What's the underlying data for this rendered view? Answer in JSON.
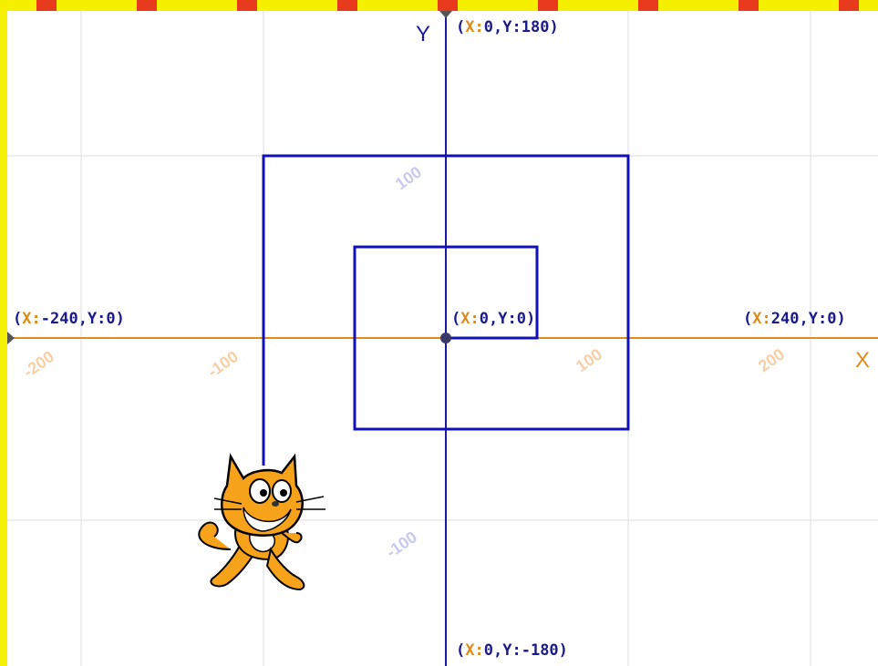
{
  "stage": {
    "x_range": [
      -240,
      240
    ],
    "y_range": [
      -180,
      180
    ],
    "grid_step": 100,
    "colors": {
      "x_axis": "#e08a1a",
      "y_axis": "#1a1aa0",
      "path": "#1010b8",
      "grid": "#dddddd",
      "frame": "#f5f000"
    }
  },
  "axes": {
    "x_name": "X",
    "y_name": "Y",
    "x_ticks": [
      "-200",
      "-100",
      "100",
      "200"
    ],
    "y_ticks": [
      "100",
      "-100"
    ]
  },
  "labels": {
    "top": {
      "k1": "X:",
      "v1": "0",
      "k2": "Y:",
      "v2": "180"
    },
    "bottom": {
      "k1": "X:",
      "v1": "0",
      "k2": "Y:",
      "v2": "-180"
    },
    "left": {
      "k1": "X:",
      "v1": "-240",
      "k2": "Y:",
      "v2": "0"
    },
    "right": {
      "k1": "X:",
      "v1": "240",
      "k2": "Y:",
      "v2": "0"
    },
    "center": {
      "k1": "X:",
      "v1": "0",
      "k2": "Y:",
      "v2": "0"
    }
  },
  "path_points": [
    [
      0,
      0
    ],
    [
      50,
      0
    ],
    [
      50,
      50
    ],
    [
      -50,
      50
    ],
    [
      -50,
      -50
    ],
    [
      100,
      -50
    ],
    [
      100,
      100
    ],
    [
      -100,
      100
    ],
    [
      -100,
      -70
    ]
  ],
  "sprite": {
    "name": "scratch-cat",
    "position": [
      -100,
      -70
    ]
  }
}
